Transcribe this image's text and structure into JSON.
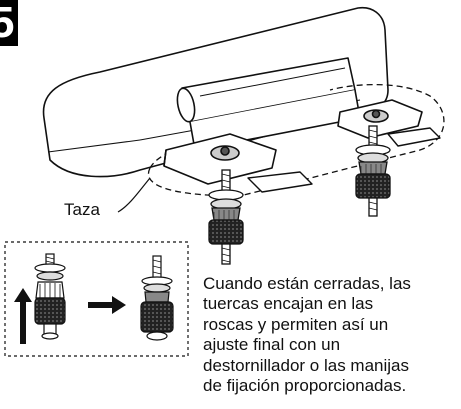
{
  "step": {
    "number": "5"
  },
  "labels": {
    "bowl": "Taza"
  },
  "caption": {
    "lines": [
      "Cuando están cerradas, las",
      "tuercas encajan en las",
      "roscas y permiten así un",
      "ajuste final con un",
      "destornillador o las manijas",
      "de fijación proporcionadas."
    ]
  }
}
